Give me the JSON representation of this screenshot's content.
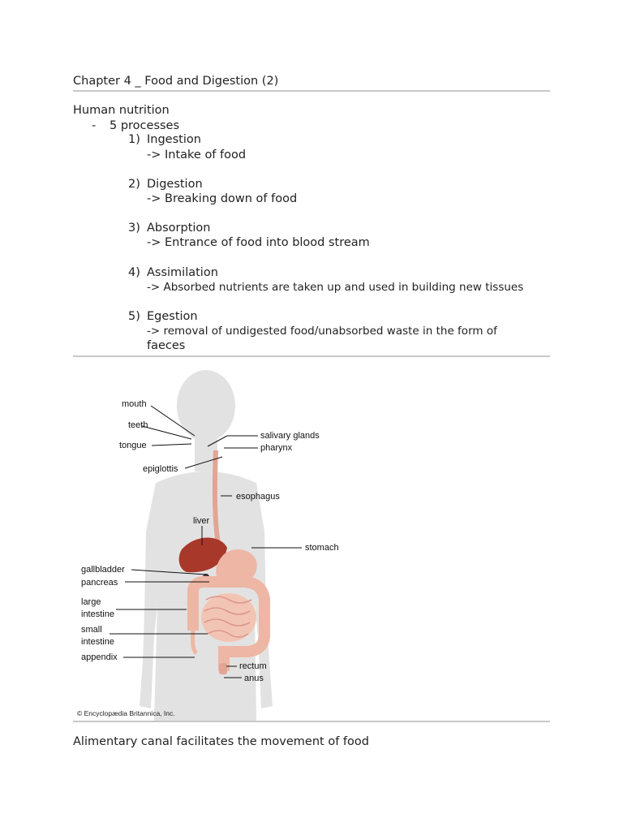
{
  "heading": "Chapter 4 _ Food and Digestion (2)",
  "section": {
    "title": "Human nutrition",
    "bullet_marker": "-",
    "bullet": "5 processes",
    "processes": [
      {
        "num": "1)",
        "name": "Ingestion",
        "desc": "-> Intake of food"
      },
      {
        "num": "2)",
        "name": "Digestion",
        "desc": "-> Breaking down of food"
      },
      {
        "num": "3)",
        "name": "Absorption",
        "desc": "-> Entrance of food into blood stream"
      },
      {
        "num": "4)",
        "name": "Assimilation",
        "desc": "-> Absorbed nutrients are taken up and used in building new tissues"
      },
      {
        "num": "5)",
        "name": "Egestion",
        "desc": "-> removal of undigested food/unabsorbed  waste in the form of",
        "desc2": "faeces"
      }
    ]
  },
  "figure": {
    "labels": {
      "mouth": "mouth",
      "teeth": "teeth",
      "tongue": "tongue",
      "epiglottis": "epiglottis",
      "salivary_glands": "salivary glands",
      "pharynx": "pharynx",
      "esophagus": "esophagus",
      "liver": "liver",
      "stomach": "stomach",
      "gallbladder": "gallbladder",
      "pancreas": "pancreas",
      "large_intestine_1": "large",
      "large_intestine_2": "intestine",
      "small_intestine_1": "small",
      "small_intestine_2": "intestine",
      "appendix": "appendix",
      "rectum": "rectum",
      "anus": "anus"
    },
    "credit": "© Encyclopædia Britannica, Inc.",
    "colors": {
      "body": "#e2e2e2",
      "liver": "#a8382a",
      "intestine": "#eeb6a4",
      "esophagus": "#e2a594"
    }
  },
  "caption": "Alimentary canal facilitates the movement of food"
}
